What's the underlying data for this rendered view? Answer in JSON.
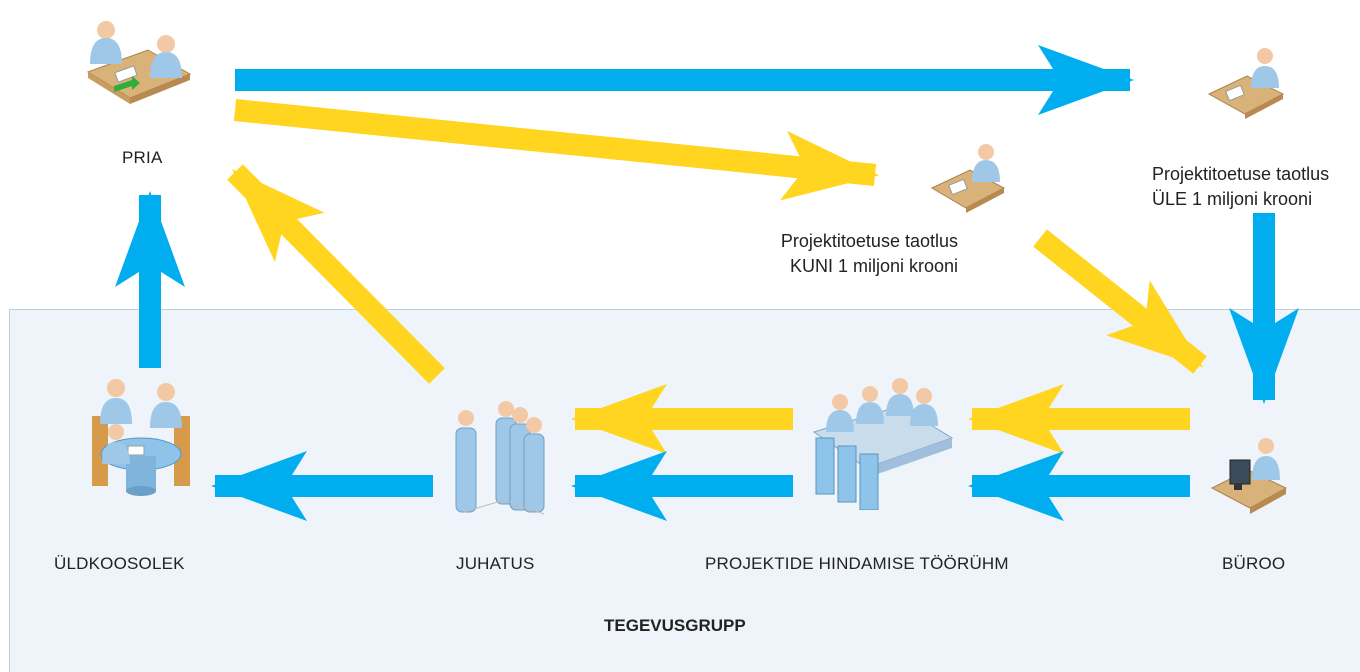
{
  "colors": {
    "blue": "#00aeef",
    "yellow": "#ffd51f",
    "zone": "#eef4f9"
  },
  "nodes": {
    "pria": {
      "label": "PRIA",
      "icon": "meeting-desk-icon"
    },
    "small_app": {
      "label_line1": "Projektitoetuse taotlus",
      "label_line2": "KUNI 1 miljoni krooni",
      "icon": "clerk-desk-icon"
    },
    "large_app": {
      "label_line1": "Projektitoetuse taotlus",
      "label_line2": "ÜLE 1 miljoni krooni",
      "icon": "clerk-desk-icon"
    },
    "uldkoosolek": {
      "label": "ÜLDKOOSOLEK",
      "icon": "round-table-meeting-icon"
    },
    "juhatus": {
      "label": "JUHATUS",
      "icon": "standing-people-icon"
    },
    "toorühm": {
      "label": "PROJEKTIDE HINDAMISE TÖÖRÜHM",
      "icon": "conference-table-icon"
    },
    "buroo": {
      "label": "BÜROO",
      "icon": "computer-desk-icon"
    }
  },
  "group": {
    "label": "TEGEVUSGRUPP"
  }
}
